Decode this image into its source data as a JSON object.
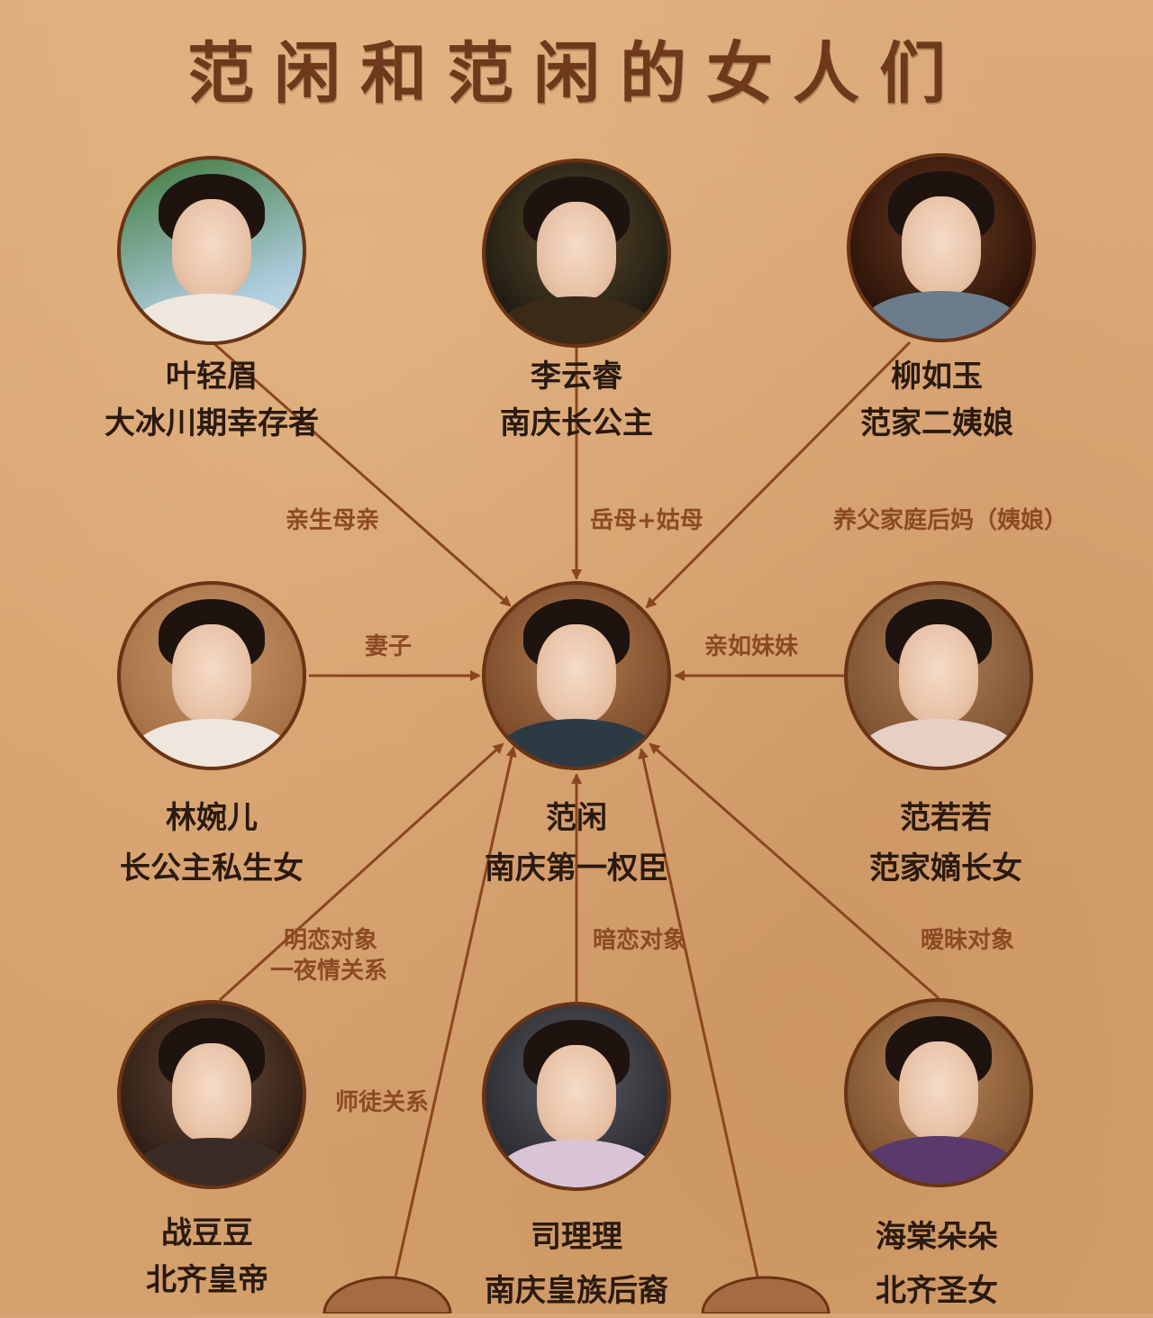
{
  "title": "范闲和范闲的女人们",
  "center": {
    "name": "范闲",
    "desc": "南庆第一权臣"
  },
  "people": {
    "ye_qingmei": {
      "name": "叶轻眉",
      "desc": "大冰川期幸存者"
    },
    "li_yunrui": {
      "name": "李云睿",
      "desc": "南庆长公主"
    },
    "liu_ruyu": {
      "name": "柳如玉",
      "desc": "范家二姨娘"
    },
    "lin_waner": {
      "name": "林婉儿",
      "desc": "长公主私生女"
    },
    "fan_ruoruo": {
      "name": "范若若",
      "desc": "范家嫡长女"
    },
    "zhan_doudou": {
      "name": "战豆豆",
      "desc": "北齐皇帝"
    },
    "si_lili": {
      "name": "司理理",
      "desc": "南庆皇族后裔"
    },
    "haitang_duoduo": {
      "name": "海棠朵朵",
      "desc": "北齐圣女"
    }
  },
  "relations": {
    "ye_qingmei": "亲生母亲",
    "li_yunrui": "岳母+姑母",
    "liu_ruyu": "养父家庭后妈（姨娘）",
    "lin_waner": "妻子",
    "fan_ruoruo": "亲如妹妹",
    "zhan_doudou_line1": "明恋对象",
    "zhan_doudou_line2": "一夜情关系",
    "si_lili": "暗恋对象",
    "haitang_duoduo": "暧昧对象",
    "shitu": "师徒关系"
  },
  "colors": {
    "background": "#d9a574",
    "title": "#6e3a1b",
    "line": "#8a4620",
    "relation_text": "#8c4a24",
    "name_text": "#2a1a10",
    "avatar_border": "#6a3414"
  }
}
